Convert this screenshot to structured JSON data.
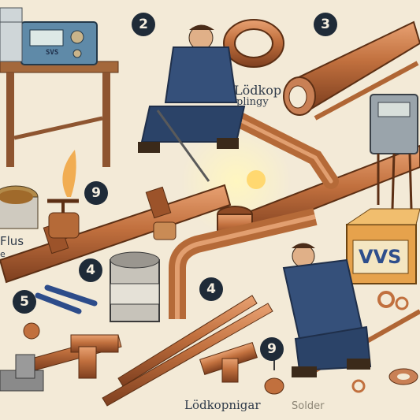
{
  "callouts": [
    "2",
    "3",
    "9",
    "4",
    "5",
    "4",
    "9"
  ],
  "labels": {
    "lodkop_top": "Lödkop",
    "pliny": "plingy",
    "flux": "Flus",
    "flux_sub": "e",
    "box_brand": "VVS",
    "device_label": "SVS",
    "bottom_label": "Lödkopnigar",
    "solder": "Solder"
  },
  "colors": {
    "background": "#f3ead7",
    "copper": "#c1703e",
    "copper_dark": "#8e4a25",
    "workwear": "#35507a",
    "accent_blue": "#2e4e8c"
  }
}
